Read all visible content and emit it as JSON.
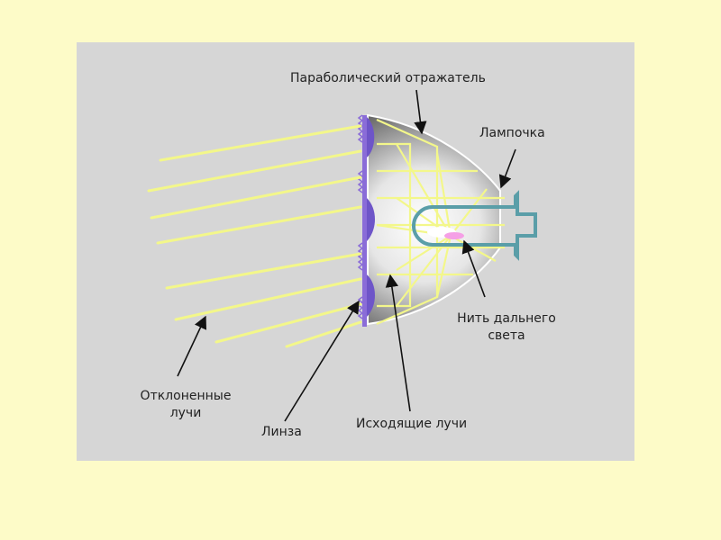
{
  "labels": {
    "reflector": "Параболический отражатель",
    "bulb": "Лампочка",
    "filament_line1": "Нить дальнего",
    "filament_line2": "света",
    "deflected_line1": "Отклоненные",
    "deflected_line2": "лучи",
    "lens": "Линза",
    "outgoing": "Исходящие лучи"
  },
  "colors": {
    "background": "#fdfbc8",
    "panel": "#d6d6d6",
    "ray": "#f3f78a",
    "lens": "#8a6cd8",
    "bulb_outline": "#5a9ea8",
    "filament": "#f5a0e6",
    "arrow": "#111111"
  }
}
